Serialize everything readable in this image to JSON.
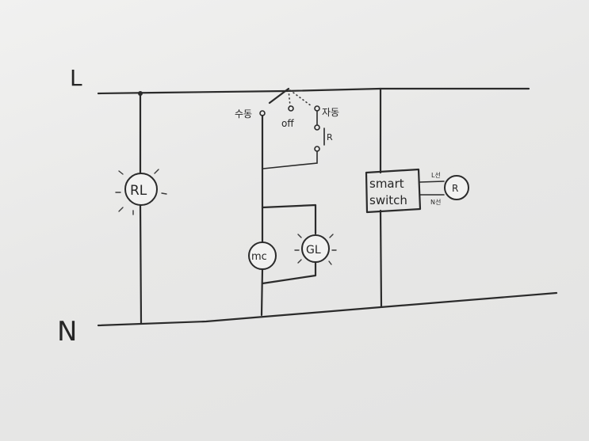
{
  "rails": {
    "line": "L",
    "neutral": "N"
  },
  "switch": {
    "manual": "수동",
    "off": "off",
    "auto": "자동",
    "relay_contact": "R"
  },
  "lamps": {
    "run_lamp": "RL",
    "magnetic_contactor": "mc",
    "green_lamp": "GL",
    "relay": "R"
  },
  "smart_switch": {
    "line1": "smart",
    "line2": "switch",
    "terminal_top": "L선",
    "terminal_bottom": "N선"
  },
  "colors": {
    "ink": "#2b2b2b",
    "paper": "#ececeb"
  }
}
